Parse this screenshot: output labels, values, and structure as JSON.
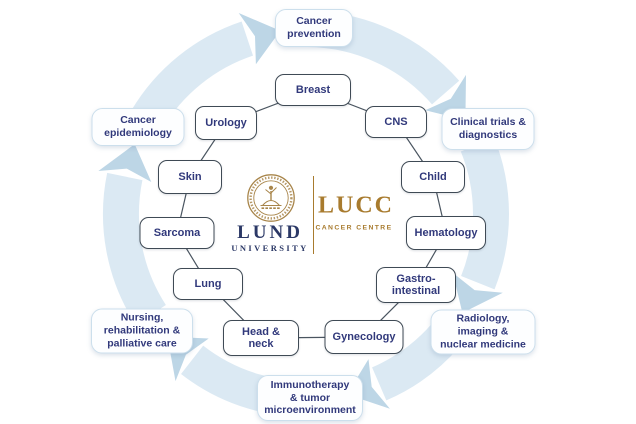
{
  "diagram": {
    "title_implicit": "LUCC Cancer Centre collaboration wheel",
    "outer_ring": [
      {
        "label": "Cancer\nprevention"
      },
      {
        "label": "Clinical trials &\ndiagnostics"
      },
      {
        "label": "Radiology,\nimaging &\nnuclear medicine"
      },
      {
        "label": "Immunotherapy\n& tumor\nmicroenvironment"
      },
      {
        "label": "Nursing,\nrehabilitation &\npalliative care"
      },
      {
        "label": "Cancer\nepidemiology"
      }
    ],
    "inner_ring": [
      {
        "label": "Breast"
      },
      {
        "label": "CNS"
      },
      {
        "label": "Child"
      },
      {
        "label": "Hematology"
      },
      {
        "label": "Gastro-\nintestinal"
      },
      {
        "label": "Gynecology"
      },
      {
        "label": "Head &\nneck"
      },
      {
        "label": "Lung"
      },
      {
        "label": "Sarcoma"
      },
      {
        "label": "Skin"
      },
      {
        "label": "Urology"
      }
    ],
    "logo": {
      "seal_icon": "lund-university-seal",
      "university_line1": "LUND",
      "university_line2": "UNIVERSITY",
      "centre_name": "LUCC",
      "centre_subtitle": "CANCER CENTRE"
    },
    "colors": {
      "background": "#ffffff",
      "band": "#dbe9f3",
      "arrow": "#bdd6e6",
      "inner_box_border": "#3f4a55",
      "outer_box_border": "#ccdfec",
      "ring_line": "#4a5560",
      "text": "#31397b",
      "gold": "#a87b2e",
      "navy": "#2b3866"
    }
  }
}
